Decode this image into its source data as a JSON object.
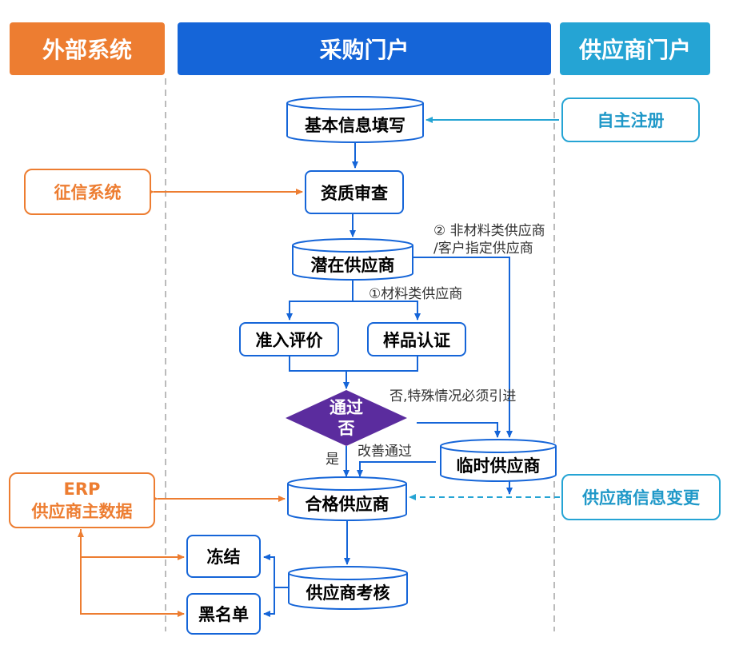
{
  "lanes": {
    "external": "外部系统",
    "procurement": "采购门户",
    "supplier": "供应商门户"
  },
  "nodes": {
    "basic_info": "基本信息填写",
    "self_register": "自主注册",
    "qualification": "资质审查",
    "credit_system": "征信系统",
    "potential": "潜在供应商",
    "admission": "准入评价",
    "sample": "样品认证",
    "pass_line1": "通过",
    "pass_line2": "否",
    "temporary": "临时供应商",
    "qualified": "合格供应商",
    "erp_line1": "ERP",
    "erp_line2": "供应商主数据",
    "info_change": "供应商信息变更",
    "freeze": "冻结",
    "blacklist": "黑名单",
    "assessment": "供应商考核"
  },
  "labels": {
    "non_material_1": "② 非材料类供应商",
    "non_material_2": "/客户指定供应商",
    "material": "①材料类供应商",
    "no_special": "否,特殊情况必须引进",
    "improve": "改善通过",
    "yes": "是"
  },
  "colors": {
    "orange": "#ed7d31",
    "blue": "#1565d8",
    "cyan": "#25a4d4",
    "purple": "#5b2c9e"
  }
}
